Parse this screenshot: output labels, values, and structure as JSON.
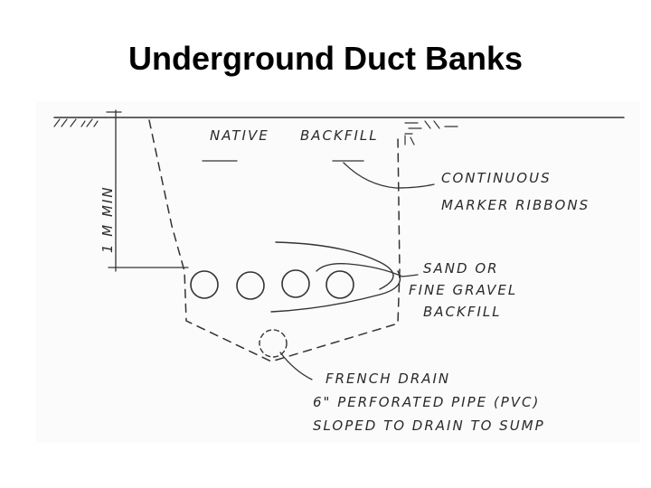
{
  "title": "Underground Duct Banks",
  "labels": {
    "native_backfill_1": "NATIVE",
    "native_backfill_2": "BACKFILL",
    "depth": "1 M MIN",
    "marker_1": "CONTINUOUS",
    "marker_2": "MARKER RIBBONS",
    "sand_1": "SAND OR",
    "sand_2": "FINE GRAVEL",
    "sand_3": "BACKFILL",
    "drain_1": "FRENCH DRAIN",
    "drain_2": "6\" PERFORATED PIPE (PVC)",
    "drain_3": "SLOPED TO DRAIN TO SUMP"
  },
  "ducts": 4,
  "colors": {
    "ink": "#333333",
    "sketch_bg": "#fbfbfb"
  }
}
